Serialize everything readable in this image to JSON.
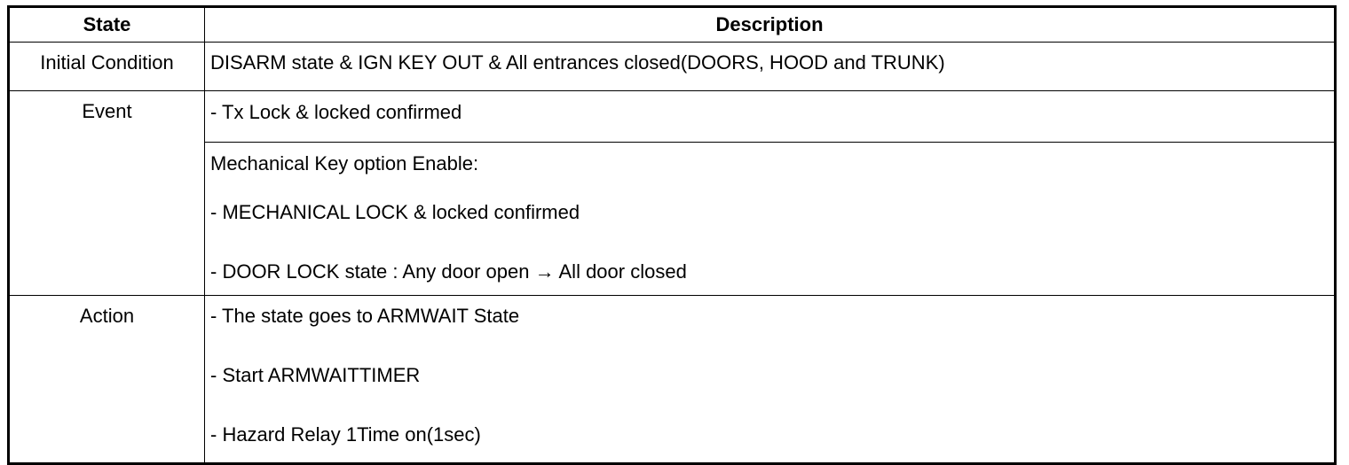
{
  "table": {
    "headers": {
      "state": "State",
      "description": "Description"
    },
    "rows": {
      "initial": {
        "state": "Initial Condition",
        "description": "DISARM state & IGN KEY OUT & All entrances closed(DOORS, HOOD and TRUNK)"
      },
      "event": {
        "state": "Event",
        "descriptions": [
          [
            "- Tx Lock & locked confirmed"
          ],
          [
            "Mechanical Key option Enable:",
            "- MECHANICAL LOCK & locked confirmed",
            "- DOOR LOCK state : Any door open → All door closed"
          ]
        ]
      },
      "action": {
        "state": "Action",
        "description_lines": [
          "- The state goes to ARMWAIT State",
          "- Start ARMWAITTIMER",
          "- Hazard Relay 1Time on(1sec)"
        ]
      }
    }
  }
}
